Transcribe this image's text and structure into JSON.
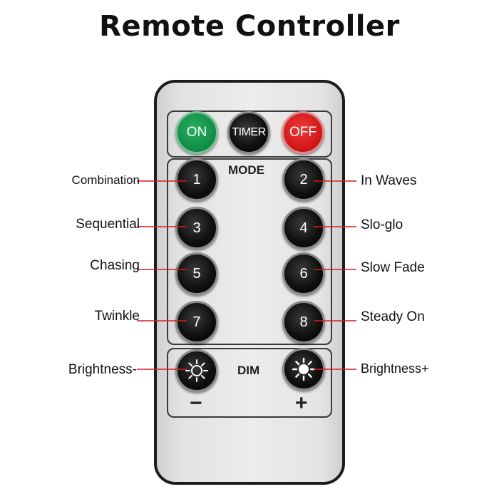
{
  "title": "Remote Controller",
  "top_buttons": {
    "on": "ON",
    "timer": "TIMER",
    "off": "OFF"
  },
  "mode_label": "MODE",
  "dim_label": "DIM",
  "buttons": [
    "1",
    "2",
    "3",
    "4",
    "5",
    "6",
    "7",
    "8"
  ],
  "minus_label": "−",
  "plus_label": "+",
  "callouts": {
    "left": [
      "Combination",
      "Sequential",
      "Chasing",
      "Twinkle",
      "Brightness-"
    ],
    "right": [
      "In Waves",
      "Slo-glo",
      "Slow Fade",
      "Steady On",
      "Brightness+"
    ]
  },
  "colors": {
    "on": "#0f8a45",
    "off": "#cf1414",
    "leader": "#d61f1f",
    "button": "#111111"
  }
}
